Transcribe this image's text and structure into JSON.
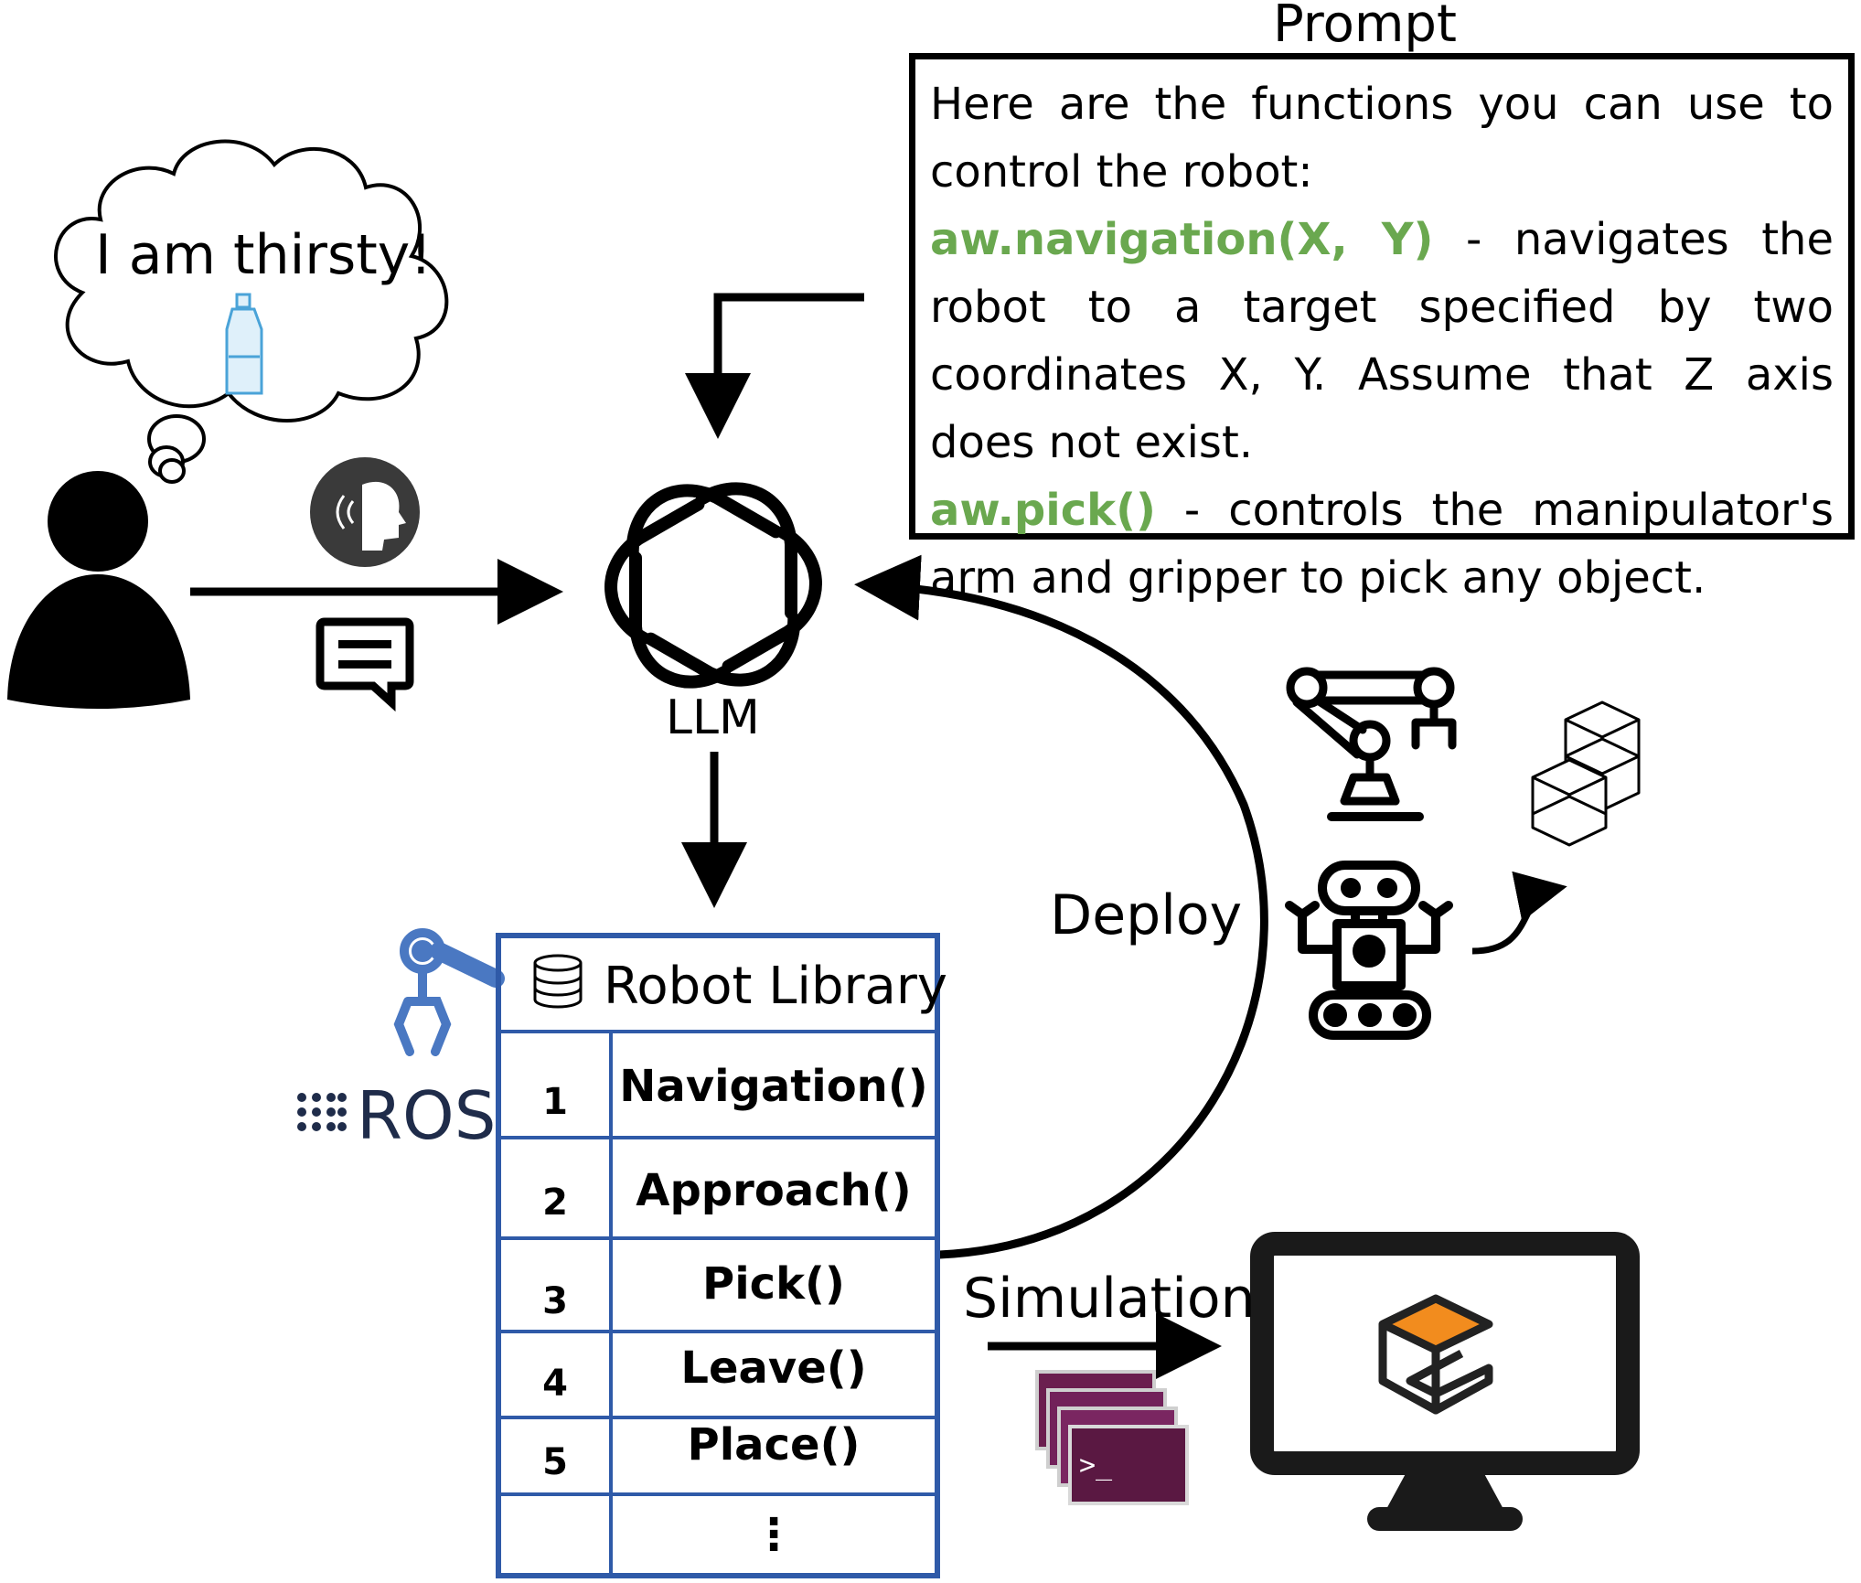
{
  "prompt": {
    "title": "Prompt",
    "intro": "Here are the functions you can use to control the robot:",
    "functions": [
      {
        "name": "aw.navigation(X, Y)",
        "description": " - navigates the robot to a target specified by two coordinates X, Y. Assume that Z axis does not exist."
      },
      {
        "name": "aw.pick()",
        "description": " - controls the manipulator's arm and gripper to pick any object."
      }
    ]
  },
  "user": {
    "thought": "I am thirsty!"
  },
  "llm": {
    "label": "LLM"
  },
  "library": {
    "title": "Robot Library",
    "rows": [
      {
        "num": "1",
        "fn": "Navigation()"
      },
      {
        "num": "2",
        "fn": "Approach()"
      },
      {
        "num": "3",
        "fn": "Pick()"
      },
      {
        "num": "4",
        "fn": "Leave()"
      },
      {
        "num": "5",
        "fn": "Place()"
      },
      {
        "num": "",
        "fn": "⋮"
      }
    ]
  },
  "ros": {
    "label": "ROS"
  },
  "deploy": {
    "label": "Deploy"
  },
  "simulation": {
    "label": "Simulation"
  },
  "colors": {
    "function_green": "#6aa84f",
    "library_blue": "#2f5aa8",
    "ros_blue": "#4a78c2",
    "gazebo_orange": "#f28c1e"
  },
  "icons": [
    "thought-cloud-icon",
    "water-bottle-icon",
    "person-icon",
    "voice-icon",
    "chat-icon",
    "openai-logo-icon",
    "database-icon",
    "ros-arm-icon",
    "robot-arm-icon",
    "mobile-robot-icon",
    "boxes-icon",
    "terminal-stack-icon",
    "monitor-icon",
    "gazebo-logo-icon"
  ]
}
